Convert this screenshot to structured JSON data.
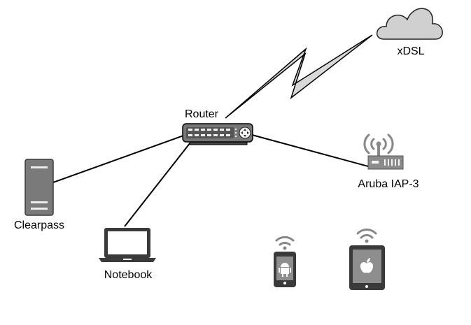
{
  "nodes": {
    "cloud": {
      "label": "xDSL",
      "icon": "cloud-icon"
    },
    "router": {
      "label": "Router",
      "icon": "router-icon"
    },
    "access_point": {
      "label": "Aruba IAP-3",
      "icon": "wireless-access-point-icon"
    },
    "server": {
      "label": "Clearpass",
      "icon": "server-icon"
    },
    "laptop": {
      "label": "Notebook",
      "icon": "laptop-icon"
    },
    "phone": {
      "icon": "android-phone-icon"
    },
    "tablet": {
      "icon": "apple-tablet-icon"
    }
  },
  "links": [
    {
      "from": "router",
      "to": "cloud",
      "kind": "wan-lightning"
    },
    {
      "from": "router",
      "to": "server",
      "kind": "wired"
    },
    {
      "from": "router",
      "to": "laptop",
      "kind": "wired"
    },
    {
      "from": "router",
      "to": "access_point",
      "kind": "wired"
    }
  ],
  "colors": {
    "line": "#000000",
    "device_fill": "#777777",
    "device_dark": "#3c3c3c",
    "cloud_fill": "#d0d0d0",
    "bolt_fill": "#d9d9d9",
    "screen_fill": "#8e8e8e"
  }
}
